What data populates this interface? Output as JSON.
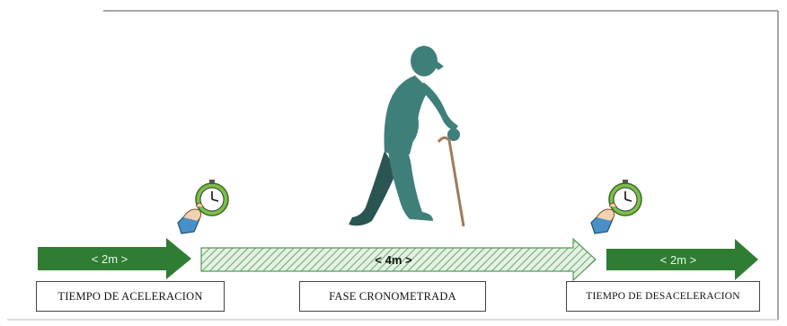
{
  "arrows": {
    "accel_label": "< 2m >",
    "crono_label": "< 4m >",
    "decel_label": "< 2m >"
  },
  "boxes": {
    "accel": "TIEMPO DE ACELERACION",
    "crono": "FASE CRONOMETRADA",
    "decel": "TIEMPO DE DESACELERACION"
  },
  "icons": {
    "figure": "elderly-person-with-cane-icon",
    "start_timer": "stopwatch-hand-icon",
    "end_timer": "stopwatch-hand-icon"
  },
  "colors": {
    "solid_arrow": "#2e7d32",
    "hatched_arrow_stroke": "#5a9a5a",
    "hatched_arrow_fill": "#cfe6cf",
    "figure": "#3f7f7a",
    "figure_dark_leg": "#2a5552",
    "cane": "#a07a5a",
    "hand": "#4a90c8",
    "stopwatch": "#7bbf4a"
  }
}
